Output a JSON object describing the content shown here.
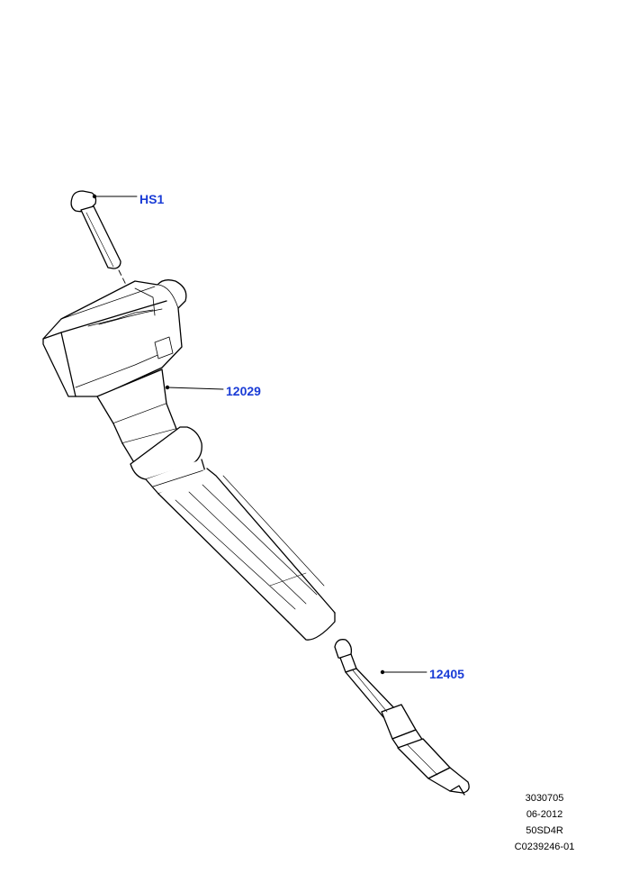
{
  "callouts": {
    "bolt": "HS1",
    "coil": "12029",
    "plug": "12405"
  },
  "callout_color": "#1a3cd6",
  "meta": {
    "line1": "3030705",
    "line2": "06-2012",
    "line3": "50SD4R",
    "line4": "C0239246-01"
  }
}
